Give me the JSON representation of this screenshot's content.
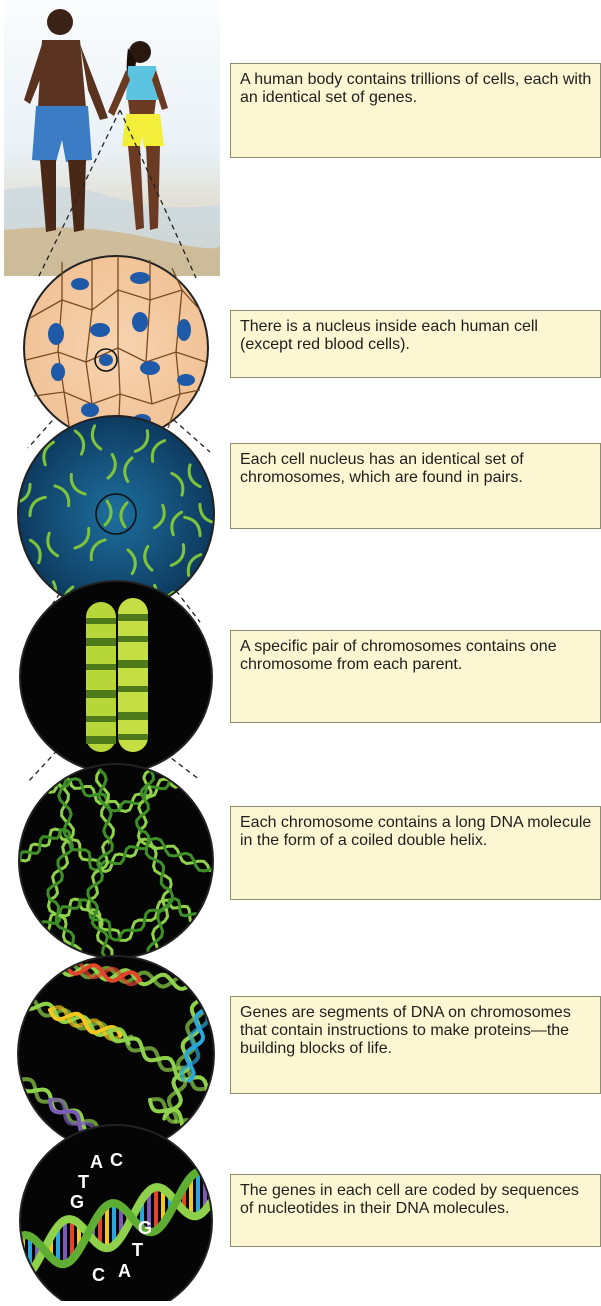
{
  "steps": [
    {
      "caption": "A human body contains trillions of cells, each with an identical set of genes."
    },
    {
      "caption": "There is a nucleus inside each human cell (except red blood cells)."
    },
    {
      "caption": "Each cell nucleus has an identical set of chromosomes, which are found in pairs."
    },
    {
      "caption": "A specific pair of chromosomes contains one chromosome from each parent."
    },
    {
      "caption": "Each chromosome contains a long DNA molecule in the form of a coiled double helix."
    },
    {
      "caption": "Genes are segments of DNA  on chromosomes that contain instructions to make proteins—the building blocks of life."
    },
    {
      "caption": "The genes in each cell are coded by sequences of nucleotides in their DNA molecules."
    }
  ],
  "nucleotide_labels": [
    "A",
    "C",
    "T",
    "G",
    "G",
    "T",
    "C",
    "A"
  ],
  "colors": {
    "caption_bg": "#fdf6d2",
    "caption_border": "#8c8c6e",
    "cell_bg": "#f4c9a0",
    "nucleus_blue": "#1f5aa8",
    "chromosome_green": "#7ec43a",
    "dna_red": "#e2442c",
    "dna_yellow": "#f2c81e",
    "dna_blue": "#2aa6dc",
    "dna_purple": "#7a5cb8"
  }
}
